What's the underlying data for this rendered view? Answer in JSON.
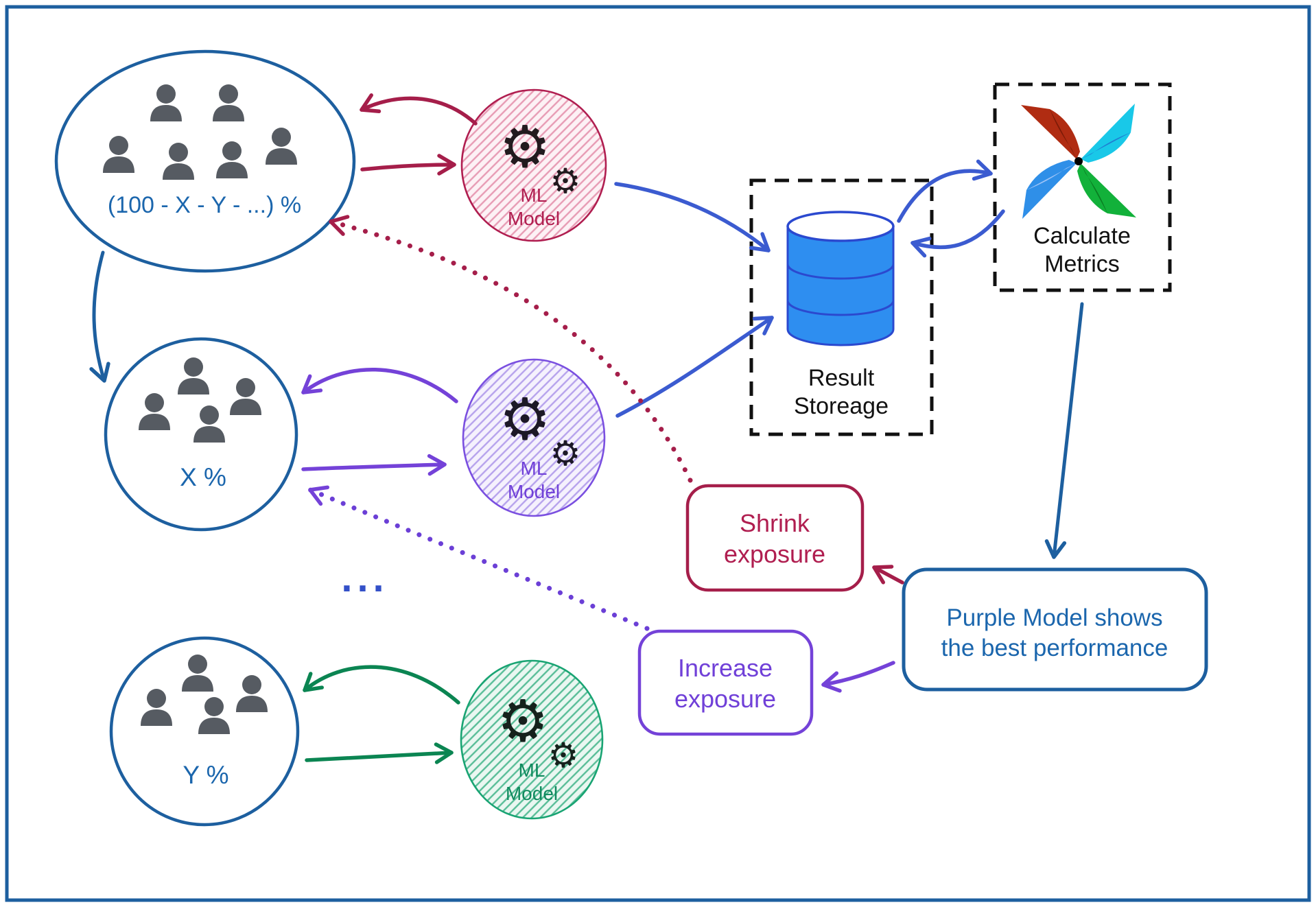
{
  "diagram": {
    "users_control": {
      "label": "(100 - X - Y - ...) %"
    },
    "users_x": {
      "label": "X %"
    },
    "users_y": {
      "label": "Y %"
    },
    "ellipsis": "...",
    "model_red": {
      "line1": "ML",
      "line2": "Model"
    },
    "model_purple": {
      "line1": "ML",
      "line2": "Model"
    },
    "model_green": {
      "line1": "ML",
      "line2": "Model"
    },
    "storage": {
      "line1": "Result",
      "line2": "Storeage"
    },
    "metrics": {
      "line1": "Calculate",
      "line2": "Metrics"
    },
    "shrink": {
      "line1": "Shrink",
      "line2": "exposure"
    },
    "increase": {
      "line1": "Increase",
      "line2": "exposure"
    },
    "verdict": {
      "line1": "Purple Model shows",
      "line2": "the best performance"
    }
  },
  "icons": {
    "gear": "⚙",
    "users_group": "group-of-people",
    "database": "database-cylinder",
    "pinwheel": "pinwheel-logo"
  },
  "colors": {
    "frame_blue": "#1d5f9f",
    "steel_blue_text": "#1b66ad",
    "royal_blue_arrow": "#3b5bd0",
    "crimson": "#a51e4a",
    "crimson_text": "#b01e50",
    "purple": "#7442d8",
    "purple_text": "#7040d8",
    "green_stroke": "#19a473",
    "green_text": "#108a5e",
    "green_arrow": "#0b8552",
    "person_gray": "#565b62",
    "black": "#111111",
    "db_fill": "#2e8ef0",
    "db_stroke": "#2b49cf"
  }
}
